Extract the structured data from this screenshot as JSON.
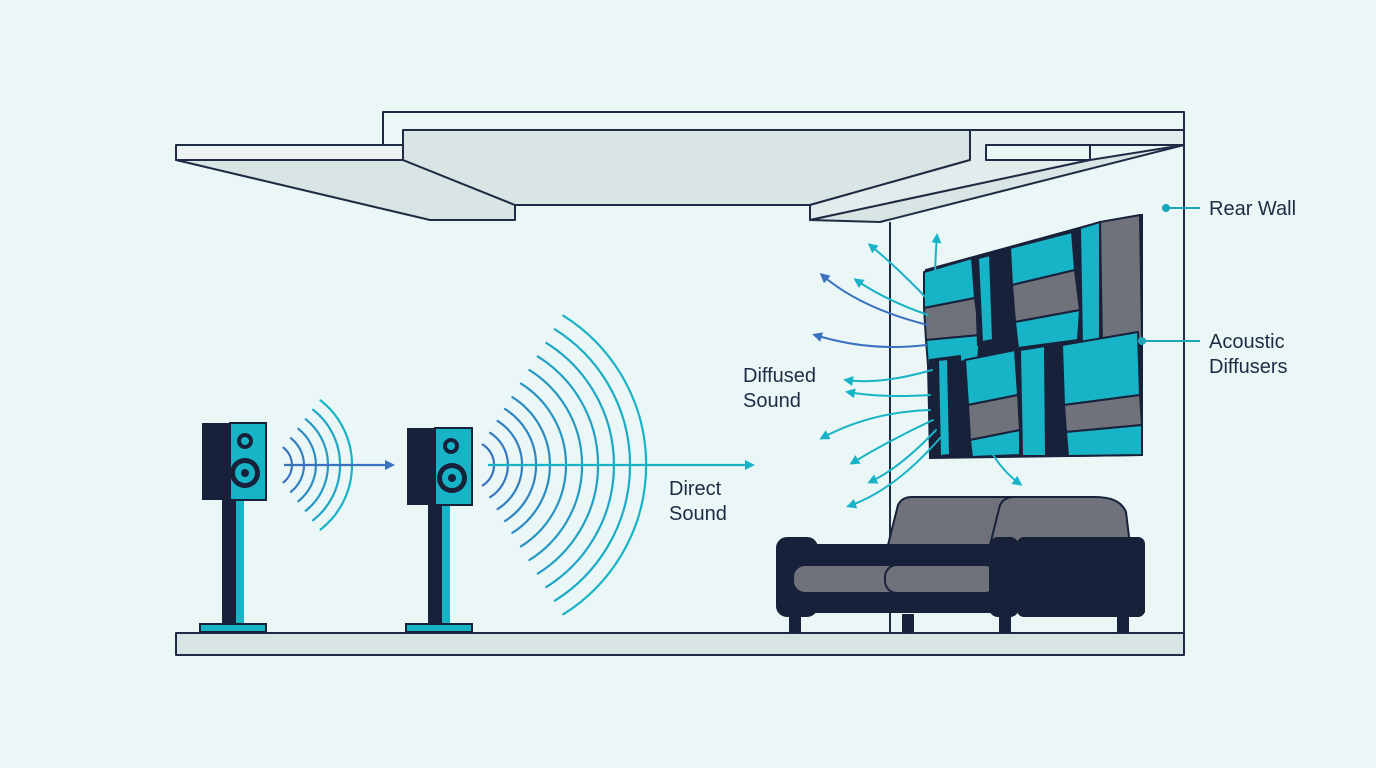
{
  "labels": {
    "rear_wall": "Rear Wall",
    "acoustic_diffusers_line1": "Acoustic",
    "acoustic_diffusers_line2": "Diffusers",
    "diffused_sound_line1": "Diffused",
    "diffused_sound_line2": "Sound",
    "direct_sound_line1": "Direct",
    "direct_sound_line2": "Sound"
  },
  "colors": {
    "background": "#eaf7f6",
    "outline": "#1f2a44",
    "navy": "#18213a",
    "teal": "#17b3c6",
    "blue": "#3a72bf",
    "gray": "#6f727a",
    "panel_fill": "#d9e4e5",
    "accent_line": "#1aa8b8"
  },
  "icons": [
    "speaker-icon",
    "speaker-stand-icon",
    "sofa-icon",
    "diffuser-panel-icon",
    "sound-wave-icon"
  ]
}
